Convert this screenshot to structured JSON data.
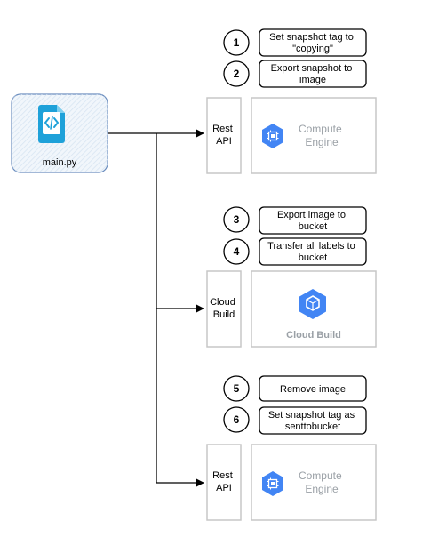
{
  "file": {
    "label": "main.py",
    "icon": "code-file-icon"
  },
  "steps": [
    {
      "number": "1",
      "lines": [
        "Set snapshot tag to",
        "\"copying\""
      ]
    },
    {
      "number": "2",
      "lines": [
        "Export snapshot to",
        "image"
      ]
    },
    {
      "number": "3",
      "lines": [
        "Export image to",
        "bucket"
      ]
    },
    {
      "number": "4",
      "lines": [
        "Transfer all labels to",
        "bucket"
      ]
    },
    {
      "number": "5",
      "lines": [
        "Remove image"
      ]
    },
    {
      "number": "6",
      "lines": [
        "Set snapshot tag as",
        "senttobucket"
      ]
    }
  ],
  "targets": [
    {
      "caller": [
        "Rest",
        "API"
      ],
      "service": [
        "Compute",
        "Engine"
      ],
      "icon": "compute-engine-icon"
    },
    {
      "caller": [
        "Cloud",
        "Build"
      ],
      "service": [
        "Cloud Build"
      ],
      "icon": "cloud-build-icon"
    },
    {
      "caller": [
        "Rest",
        "API"
      ],
      "service": [
        "Compute",
        "Engine"
      ],
      "icon": "compute-engine-icon"
    }
  ],
  "colors": {
    "accent": "#4285f4",
    "file_icon": "#1ea1d9",
    "file_box_border": "#6c8ebf",
    "file_box_fill": "#f1f6fb",
    "service_text": "#9aa0a6"
  }
}
